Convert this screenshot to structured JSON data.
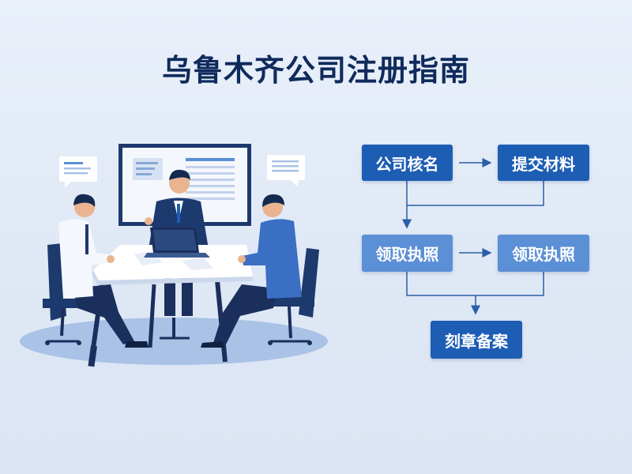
{
  "title": "乌鲁木齐公司注册指南",
  "flow": {
    "steps": [
      {
        "label": "公司核名"
      },
      {
        "label": "提交材料"
      },
      {
        "label": "领取执照"
      },
      {
        "label": "领取执照"
      },
      {
        "label": "刻章备案"
      }
    ]
  },
  "colors": {
    "title": "#102a5c",
    "node_dark": "#1d5db4",
    "node_light": "#5b8fd6",
    "arrow": "#2a5ea8"
  }
}
